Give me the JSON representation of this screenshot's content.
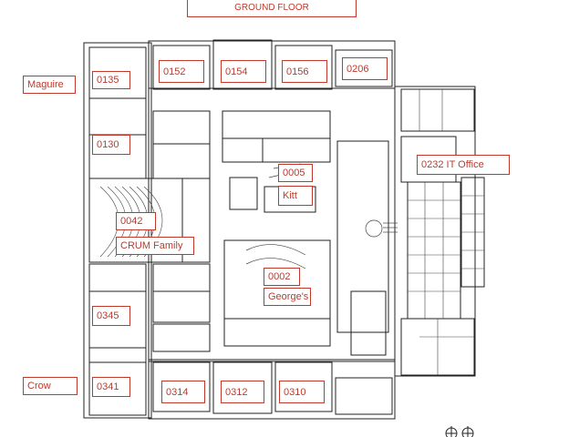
{
  "title": "GROUND FLOOR",
  "accent_color": "#c0392b",
  "line_color": "#222222",
  "side_labels": {
    "maguire": "Maguire",
    "crow": "Crow"
  },
  "rooms": {
    "r0135": "0135",
    "r0152": "0152",
    "r0154": "0154",
    "r0156": "0156",
    "r0206": "0206",
    "r0130": "0130",
    "r0005": "0005",
    "kitt": "Kitt",
    "r0232": "0232 IT Office",
    "r0042": "0042",
    "crum": "CRUM Family",
    "r0002": "0002",
    "georges": "George's",
    "r0345": "0345",
    "r0341": "0341",
    "r0314": "0314",
    "r0312": "0312",
    "r0310": "0310"
  },
  "icons": [
    "north-arrow-icon",
    "compass-icon"
  ]
}
